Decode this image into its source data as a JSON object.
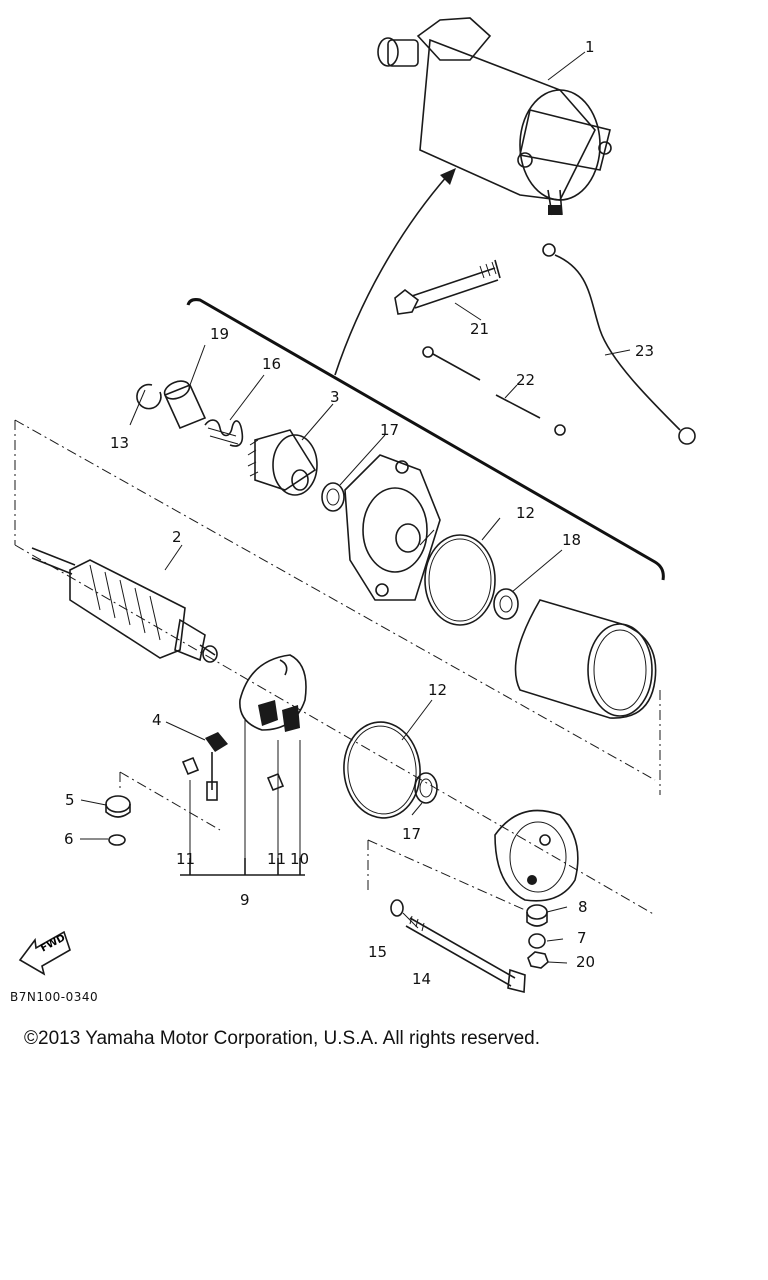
{
  "callouts": {
    "c1": "1",
    "c2": "2",
    "c3": "3",
    "c4": "4",
    "c5": "5",
    "c6": "6",
    "c7": "7",
    "c8": "8",
    "c9": "9",
    "c10": "10",
    "c11a": "11",
    "c11b": "11",
    "c12a": "12",
    "c12b": "12",
    "c13": "13",
    "c14": "14",
    "c15": "15",
    "c16": "16",
    "c17a": "17",
    "c17b": "17",
    "c18": "18",
    "c19": "19",
    "c20": "20",
    "c21": "21",
    "c22": "22",
    "c23": "23"
  },
  "fwd_label": "FWD",
  "drawing_code": "B7N100-0340",
  "copyright": "©2013 Yamaha Motor Corporation, U.S.A. All rights reserved."
}
